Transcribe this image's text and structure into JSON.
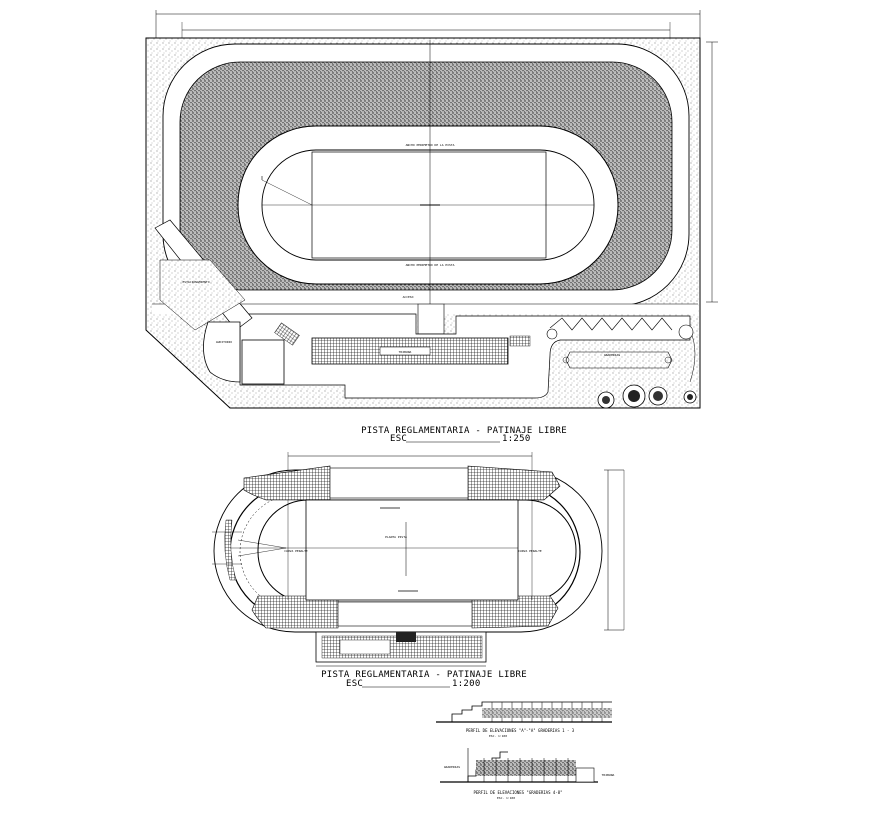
{
  "drawing": {
    "plan_top": {
      "title": "PISTA REGLAMENTARIA - PATINAJE LIBRE",
      "scale_prefix": "ESC",
      "scale_value": "1:250",
      "label_ancho_top": "ANCHO PERIMETRO DE LA PISTA",
      "label_ancho_bottom": "ANCHO PERIMETRO DE LA PISTA",
      "label_acceso": "ACCESO",
      "label_tribuna": "TRIBUNA",
      "label_graderias": "GRADERIAS",
      "label_auditorio": "AUDITORIO",
      "label_estacionamiento": "ESTACIONAMIENTO"
    },
    "plan_bottom": {
      "title": "PISTA REGLAMENTARIA - PATINAJE LIBRE",
      "scale_prefix": "ESC",
      "scale_value": "1:200",
      "label_center": "PLANTA PISTA",
      "label_left_curve": "CURVA PERALTE",
      "label_right_curve": "CURVA PERALTE"
    },
    "section_a": {
      "caption": "PERFIL DE ELEVACIONES \"A\"-\"A\" GRADERIAS 1 - 3",
      "scale": "ESC. 1:100"
    },
    "section_b": {
      "caption": "PERFIL DE ELEVACIONES \"GRADERIAS 4-8\"",
      "scale": "ESC. 1:100",
      "label_left": "GRADERIAS",
      "label_right": "TRIBUNA"
    }
  }
}
